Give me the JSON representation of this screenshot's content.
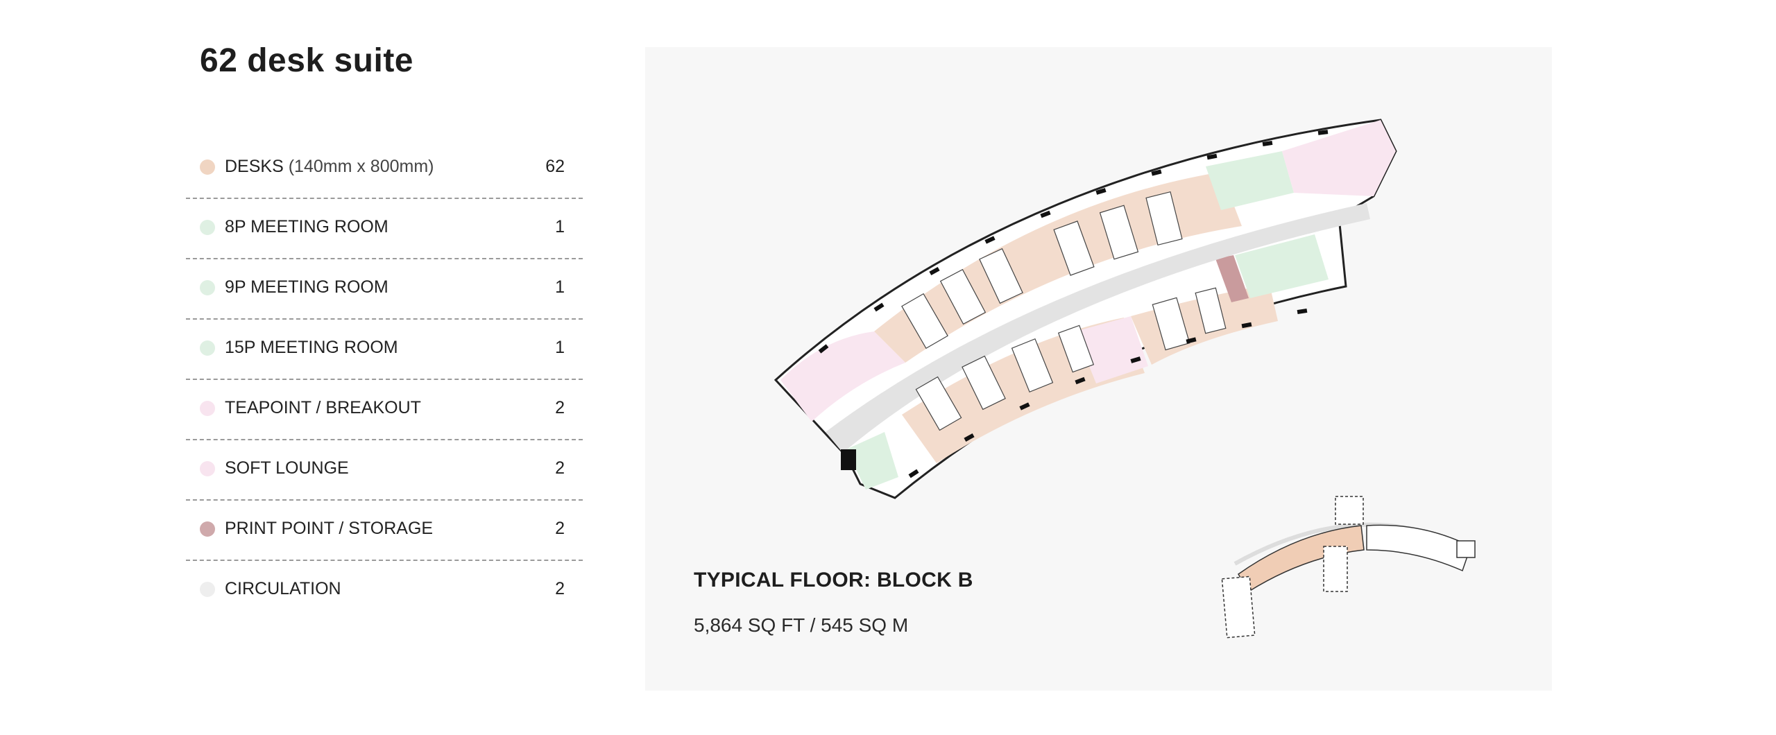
{
  "title": "62 desk suite",
  "legend": [
    {
      "label": "DESKS",
      "note": "(140mm x 800mm)",
      "count": "62",
      "color": "#f0d5c2"
    },
    {
      "label": "8P MEETING ROOM",
      "note": "",
      "count": "1",
      "color": "#dff0e3"
    },
    {
      "label": "9P MEETING ROOM",
      "note": "",
      "count": "1",
      "color": "#dff0e3"
    },
    {
      "label": "15P MEETING ROOM",
      "note": "",
      "count": "1",
      "color": "#dff0e3"
    },
    {
      "label": "TEAPOINT / BREAKOUT",
      "note": "",
      "count": "2",
      "color": "#f8e4ef"
    },
    {
      "label": "SOFT LOUNGE",
      "note": "",
      "count": "2",
      "color": "#f8e4ef"
    },
    {
      "label": "PRINT POINT / STORAGE",
      "note": "",
      "count": "2",
      "color": "#cfa9ab"
    },
    {
      "label": "CIRCULATION",
      "note": "",
      "count": "2",
      "color": "#eeeeee"
    }
  ],
  "floor": {
    "title": "TYPICAL FLOOR: BLOCK B",
    "area": "5,864 SQ FT / 545 SQ M"
  },
  "plan_colors": {
    "desks": "#f3dccd",
    "meeting": "#ddf1e1",
    "breakout": "#f9e6f0",
    "print": "#c99b9d",
    "circulation": "#e3e3e3",
    "key_highlight": "#f0cdb5"
  }
}
